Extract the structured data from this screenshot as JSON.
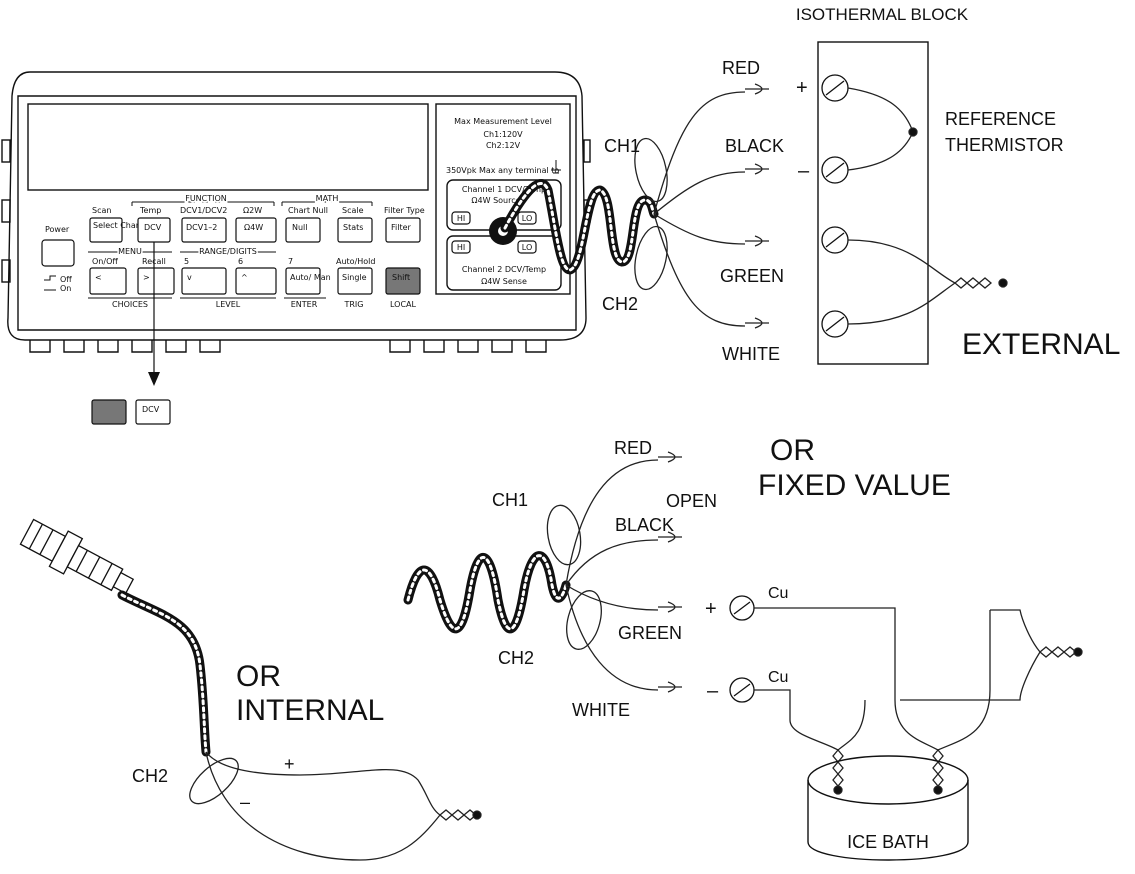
{
  "labels": {
    "isothermal_block": "ISOTHERMAL BLOCK",
    "reference_thermistor_1": "REFERENCE",
    "reference_thermistor_2": "THERMISTOR",
    "external": "EXTERNAL",
    "red": "RED",
    "black": "BLACK",
    "green": "GREEN",
    "white": "WHITE",
    "ch1": "CH1",
    "ch2": "CH2",
    "or_1": "OR",
    "fixed_value": "FIXED VALUE",
    "open": "OPEN",
    "or_2": "OR",
    "internal": "INTERNAL",
    "cu": "Cu",
    "plus": "+",
    "minus": "–",
    "ice_bath": "ICE BATH"
  },
  "meter": {
    "max_level_1": "Max Measurement Level",
    "max_level_2": "Ch1:120V",
    "max_level_3": "Ch2:12V",
    "max_any_terminal": "350Vpk Max any terminal to",
    "ch1_title": "Channel 1 DCV/Temp",
    "ch1_sub": "Ω4W Source",
    "ch2_title": "Channel 2 DCV/Temp",
    "ch2_sub": "Ω4W Sense",
    "hi": "HI",
    "lo": "LO",
    "power": "Power",
    "off": "Off",
    "on": "On",
    "function_group": "FUNCTION",
    "math_group": "MATH",
    "menu_group": "MENU",
    "range_group": "RANGE/DIGITS",
    "scan_label": "Scan",
    "select_channel": "Select Channel",
    "temp_label": "Temp",
    "dcv_key": "DCV",
    "dcv_ratio_label": "DCV1/DCV2",
    "dcv_ratio_key": "DCV1–2",
    "ohm2w_label": "Ω2W",
    "ohm4w_key": "Ω4W",
    "chart_null_label": "Chart Null",
    "null_key": "Null",
    "scale_label": "Scale",
    "stats_key": "Stats",
    "filter_type_label": "Filter Type",
    "filter_key": "Filter",
    "on_off_label": "On/Off",
    "left_key": "<",
    "recall_label": "Recall",
    "right_key": ">",
    "five_label": "5",
    "down_key": "v",
    "six_label": "6",
    "up_key": "^",
    "seven_label": "7",
    "auto_man_key": "Auto/ Man",
    "auto_hold_label": "Auto/Hold",
    "single_key": "Single",
    "shift_key": "Shift",
    "choices": "CHOICES",
    "level": "LEVEL",
    "enter": "ENTER",
    "trig": "TRIG",
    "local": "LOCAL"
  },
  "callout": {
    "dcv_key": "DCV"
  }
}
